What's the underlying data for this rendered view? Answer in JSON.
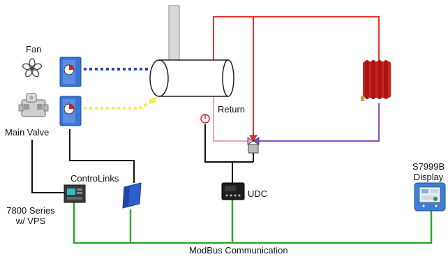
{
  "labels": {
    "fan": "Fan",
    "main_valve": "Main Valve",
    "return": "Return",
    "controlinks": "ControLinks",
    "series_7800_line1": "7800 Series",
    "series_7800_line2": "w/ VPS",
    "udc": "UDC",
    "display_line1": "S7999B",
    "display_line2": "Display",
    "modbus": "ModBus Communication"
  },
  "icons": {
    "fan": "fan-icon",
    "gas_valve": "gas-valve-icon",
    "actuator": "actuator-icon",
    "boiler": "boiler-icon",
    "radiator": "radiator-icon",
    "mixing_valve": "mixing-valve-icon",
    "temperature_sensor": "thermometer-icon",
    "controller_7800": "controller-icon",
    "controlinks_module": "controlinks-icon",
    "udc_controller": "udc-icon",
    "display": "display-icon"
  },
  "colors": {
    "supply_line": "#e8302a",
    "return_line_pink": "#f2a0c8",
    "return_line_purple": "#8a4fc9",
    "fan_signal": "#2a3ed6",
    "valve_signal": "#f2ef3a",
    "modbus_line": "#2ea82e",
    "actuator_blue": "#3a74d6",
    "radiator_red": "#d42020"
  }
}
